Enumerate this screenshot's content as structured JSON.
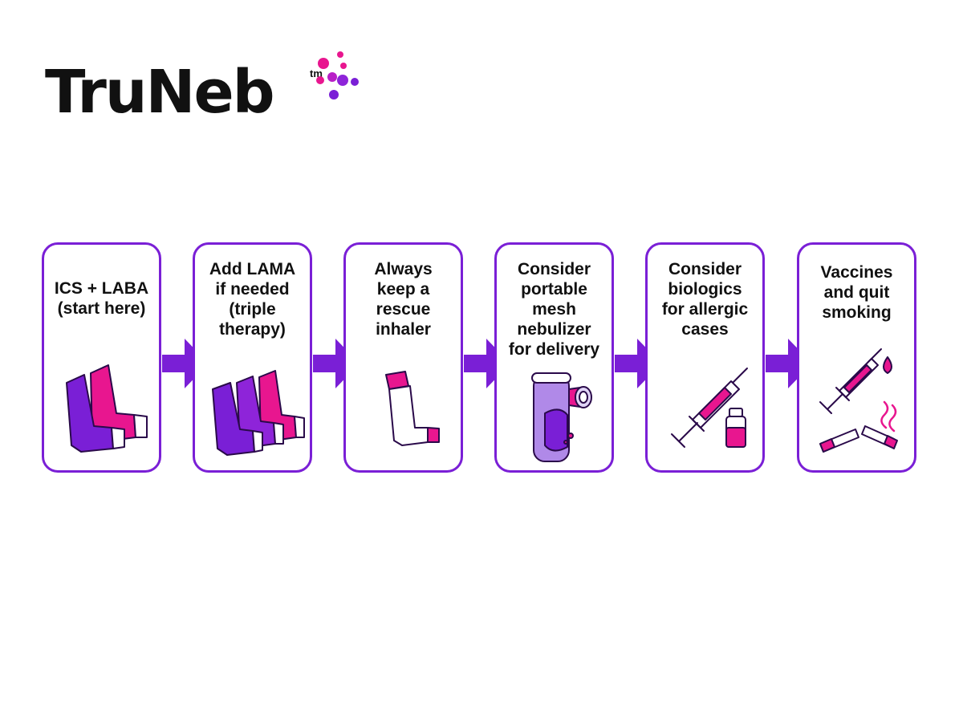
{
  "brand": {
    "name": "TruNeb",
    "trademark": "tm",
    "colors": {
      "purple": "#7a1fd6",
      "magenta": "#e8168f",
      "text": "#111111"
    }
  },
  "steps": [
    {
      "label": "ICS + LABA\n(start here)",
      "icon": "dual-inhaler-icon"
    },
    {
      "label": "Add LAMA\nif needed\n(triple\ntherapy)",
      "icon": "triple-inhaler-icon"
    },
    {
      "label": "Always\nkeep a\nrescue\ninhaler",
      "icon": "rescue-inhaler-icon"
    },
    {
      "label": "Consider\nportable\nmesh\nnebulizer\nfor delivery",
      "icon": "mesh-nebulizer-icon"
    },
    {
      "label": "Consider\nbiologics\nfor allergic\ncases",
      "icon": "syringe-vial-icon"
    },
    {
      "label": "Vaccines\nand quit\nsmoking",
      "icon": "vaccine-broken-cigarette-icon"
    }
  ]
}
